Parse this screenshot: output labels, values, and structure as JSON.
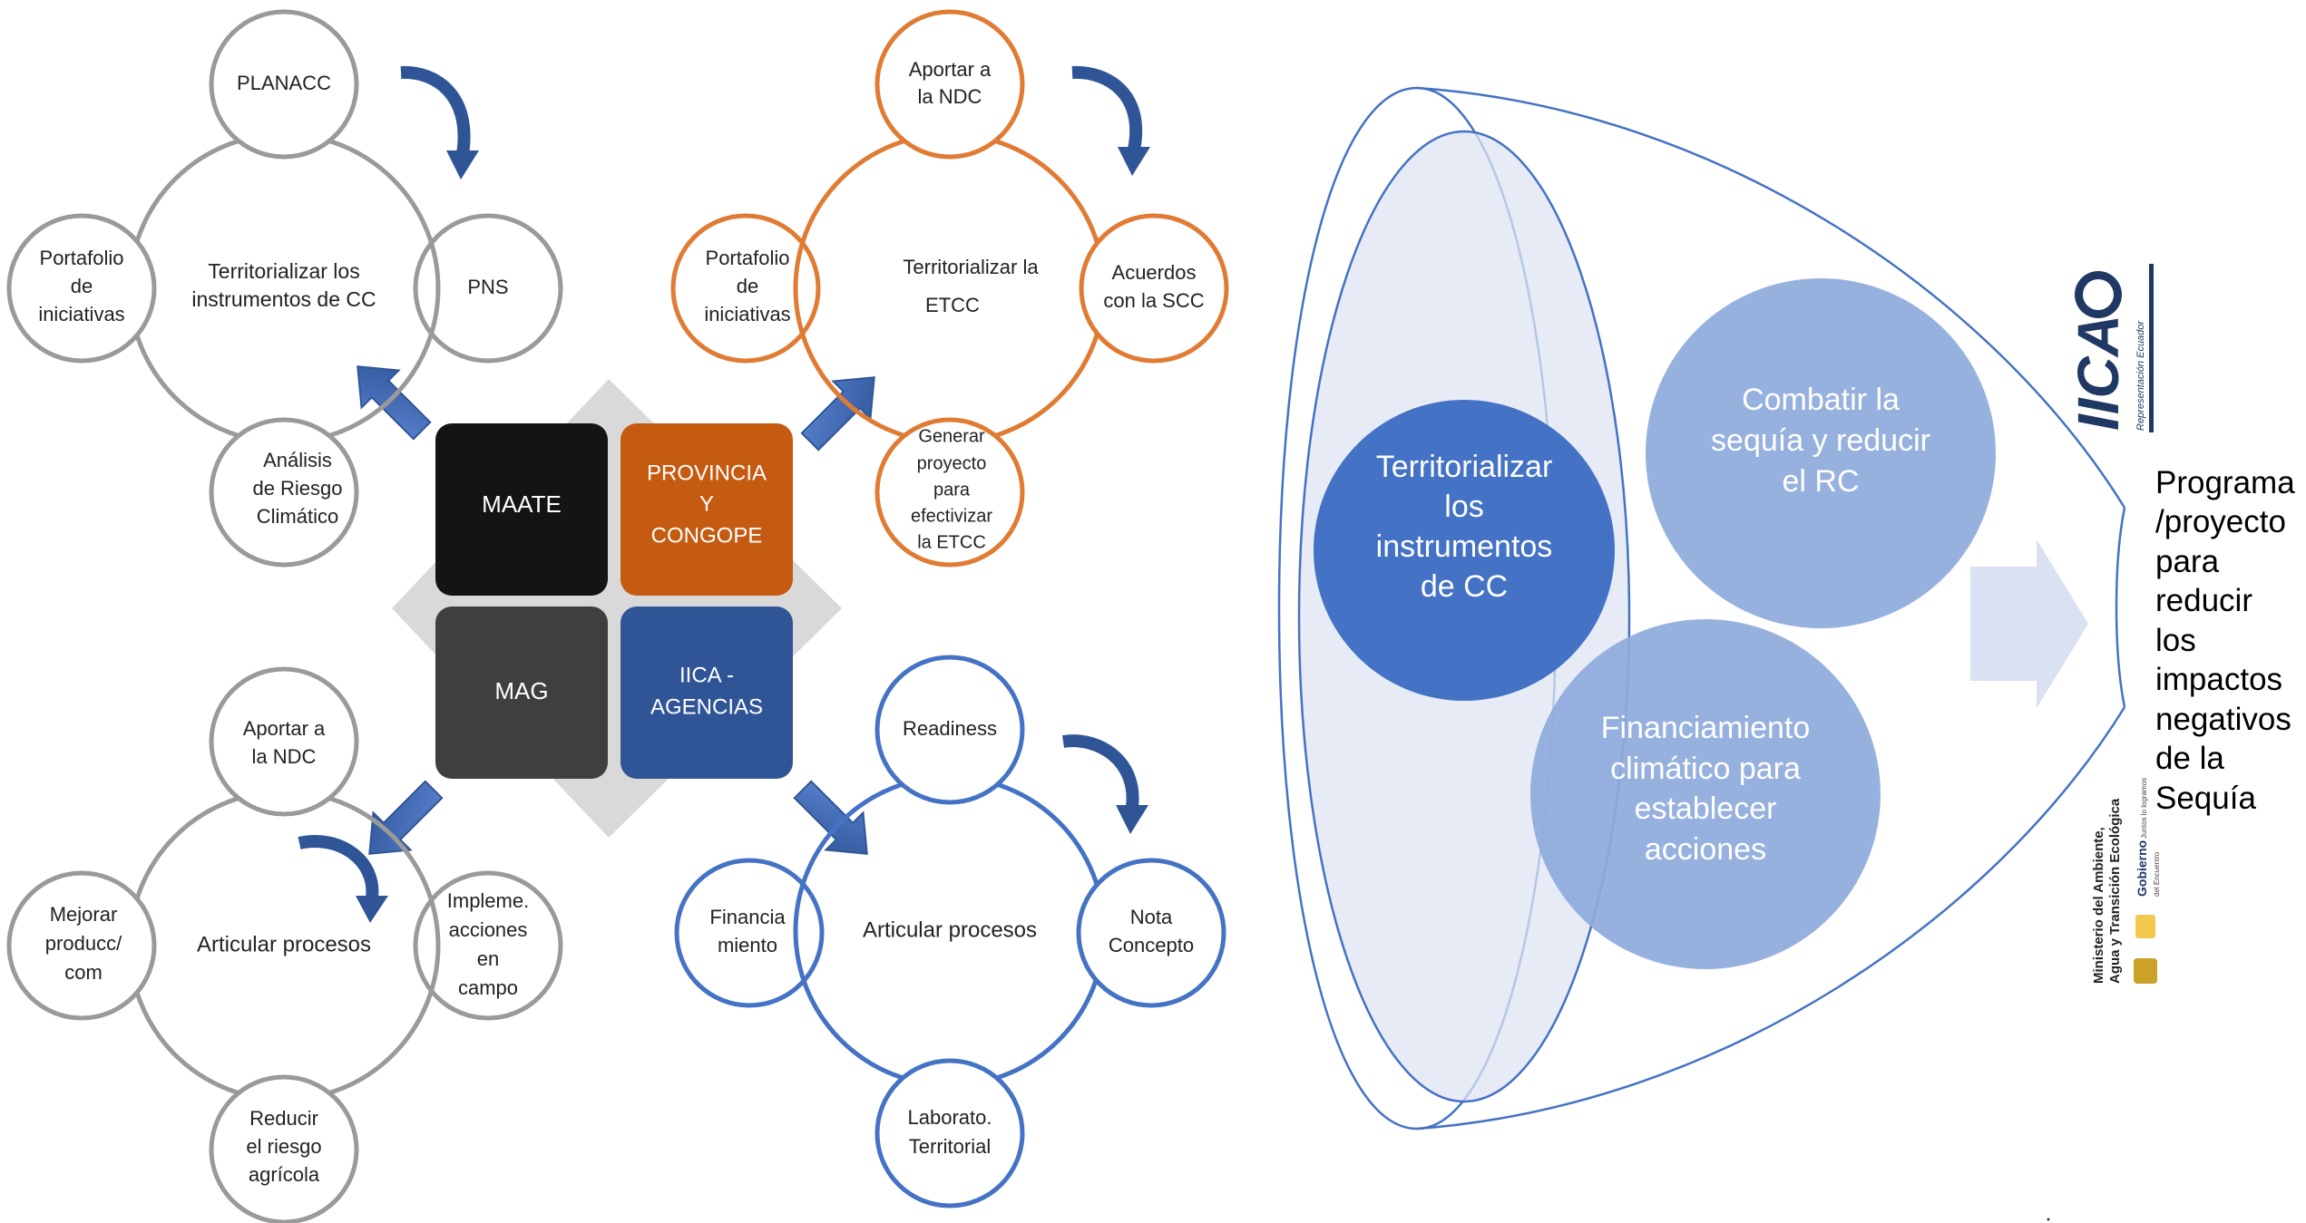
{
  "quadrants": {
    "maate": {
      "label": "MAATE",
      "color": "#141414"
    },
    "provincia": {
      "label_lines": [
        "PROVINCIA",
        "Y",
        "CONGOPE"
      ],
      "color": "#c55a11"
    },
    "mag": {
      "label": "MAG",
      "color": "#3f3f3f"
    },
    "iica": {
      "label_lines": [
        "IICA -",
        "AGENCIAS"
      ],
      "color": "#2f5597"
    }
  },
  "cycles": [
    {
      "id": "maate",
      "color": "#9a9a9a",
      "center_lines": [
        "Territorializar los",
        "instrumentos de CC"
      ],
      "satellites": [
        {
          "lines": [
            "PLANACC"
          ]
        },
        {
          "lines": [
            "PNS"
          ]
        },
        {
          "lines": [
            "Análisis",
            "de Riesgo",
            "Climático"
          ]
        },
        {
          "lines": [
            "Portafolio",
            "de",
            "iniciativas"
          ]
        }
      ]
    },
    {
      "id": "provincia",
      "color": "#e07b33",
      "center_lines": [
        "Territorializar la",
        "ETCC"
      ],
      "satellites": [
        {
          "lines": [
            "Aportar a",
            "la NDC"
          ]
        },
        {
          "lines": [
            "Acuerdos",
            "con la SCC"
          ]
        },
        {
          "lines": [
            "Generar",
            "proyecto",
            "para",
            "efectivizar",
            "la ETCC"
          ]
        },
        {
          "lines": [
            "Portafolio",
            "de",
            "iniciativas"
          ]
        }
      ]
    },
    {
      "id": "mag",
      "color": "#9a9a9a",
      "center_lines": [
        "Articular procesos"
      ],
      "satellites": [
        {
          "lines": [
            "Aportar a",
            "la NDC"
          ]
        },
        {
          "lines": [
            "Impleme.",
            "acciones",
            "en",
            "campo"
          ]
        },
        {
          "lines": [
            "Reducir",
            "el riesgo",
            "agrícola"
          ]
        },
        {
          "lines": [
            "Mejorar",
            "producc/",
            "com"
          ]
        }
      ]
    },
    {
      "id": "iica",
      "color": "#4472c4",
      "center_lines": [
        "Articular  procesos"
      ],
      "satellites": [
        {
          "lines": [
            "Readiness"
          ]
        },
        {
          "lines": [
            "Nota",
            "Concepto"
          ]
        },
        {
          "lines": [
            "Laborato.",
            "Territorial"
          ]
        },
        {
          "lines": [
            "Financia",
            "miento"
          ]
        }
      ]
    }
  ],
  "funnel": {
    "circles": [
      {
        "lines": [
          "Territorializar",
          "los",
          "instrumentos",
          "de CC"
        ],
        "color": "#4472c4"
      },
      {
        "lines": [
          "Combatir la",
          "sequía y reducir",
          "el RC"
        ],
        "color": "#8eaadb"
      },
      {
        "lines": [
          "Financiamiento",
          "climático para",
          "establecer",
          "acciones"
        ],
        "color": "#8eaadb"
      }
    ],
    "arrow_color": "#d9e1f2",
    "result_lines": [
      "Programa",
      "/proyecto",
      "para",
      "reducir",
      "los",
      "impactos",
      "negativos",
      "de la",
      "Sequía"
    ]
  },
  "logos": {
    "iica": {
      "text": "IICA",
      "subtitle": "Representación Ecuador"
    },
    "ministry": {
      "lines": [
        "Ministerio del Ambiente,",
        "Agua y Transición Ecológica"
      ],
      "gov_text": "Gobierno",
      "gov_sub": "del Encuentro",
      "gov_small": "Juntos lo logramos"
    }
  }
}
